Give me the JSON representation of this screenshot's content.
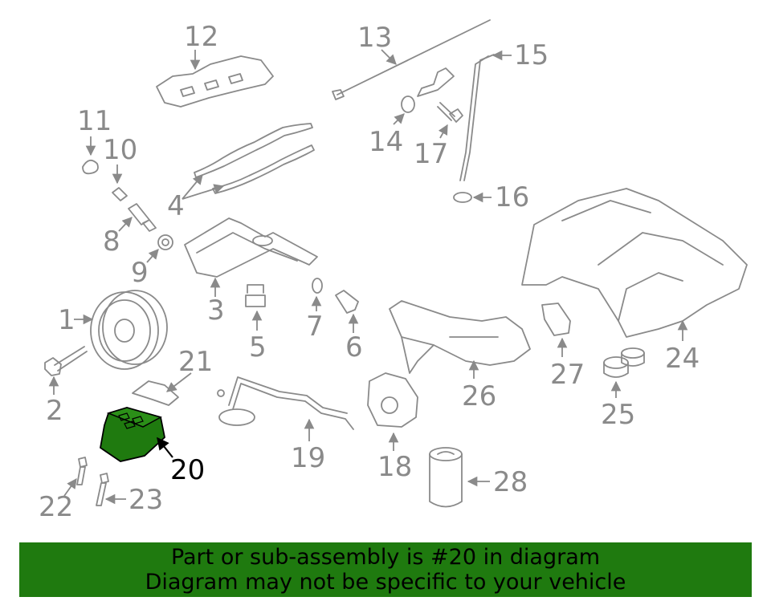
{
  "diagram": {
    "highlighted_part": "20",
    "highlight_color": "#1f7a0f",
    "line_color": "#8a8a8a",
    "callouts": {
      "c1": "1",
      "c2": "2",
      "c3": "3",
      "c4": "4",
      "c5": "5",
      "c6": "6",
      "c7": "7",
      "c8": "8",
      "c9": "9",
      "c10": "10",
      "c11": "11",
      "c12": "12",
      "c13": "13",
      "c14": "14",
      "c15": "15",
      "c16": "16",
      "c17": "17",
      "c18": "18",
      "c19": "19",
      "c20": "20",
      "c21": "21",
      "c22": "22",
      "c23": "23",
      "c24": "24",
      "c25": "25",
      "c26": "26",
      "c27": "27",
      "c28": "28"
    }
  },
  "banner": {
    "line1": "Part or sub-assembly is #20 in diagram",
    "line2": "Diagram may not be specific to your vehicle",
    "background": "#1f7a0f"
  }
}
